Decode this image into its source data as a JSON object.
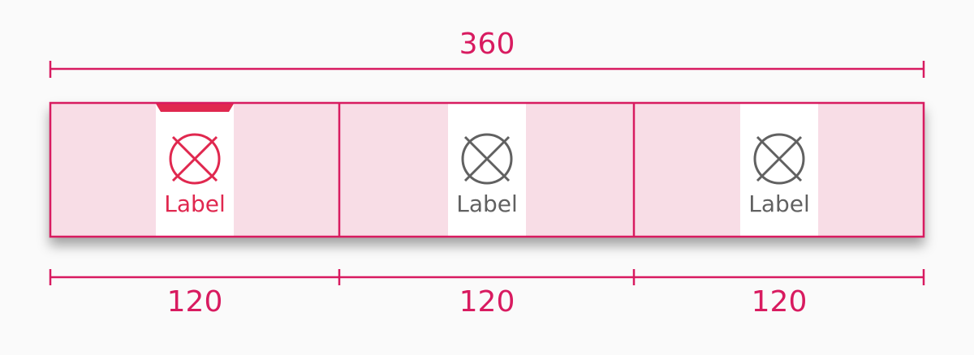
{
  "colors": {
    "accent": "#d81b60",
    "active": "#e0284f",
    "inactive": "#616161",
    "tab_fill": "#f8dde6",
    "content_fill": "#ffffff",
    "background": "#fafafa"
  },
  "dimensions": {
    "total": "360",
    "tabs": [
      "120",
      "120",
      "120"
    ]
  },
  "tabs": [
    {
      "label": "Label",
      "icon": "circle-x-icon",
      "active": true
    },
    {
      "label": "Label",
      "icon": "circle-x-icon",
      "active": false
    },
    {
      "label": "Label",
      "icon": "circle-x-icon",
      "active": false
    }
  ]
}
